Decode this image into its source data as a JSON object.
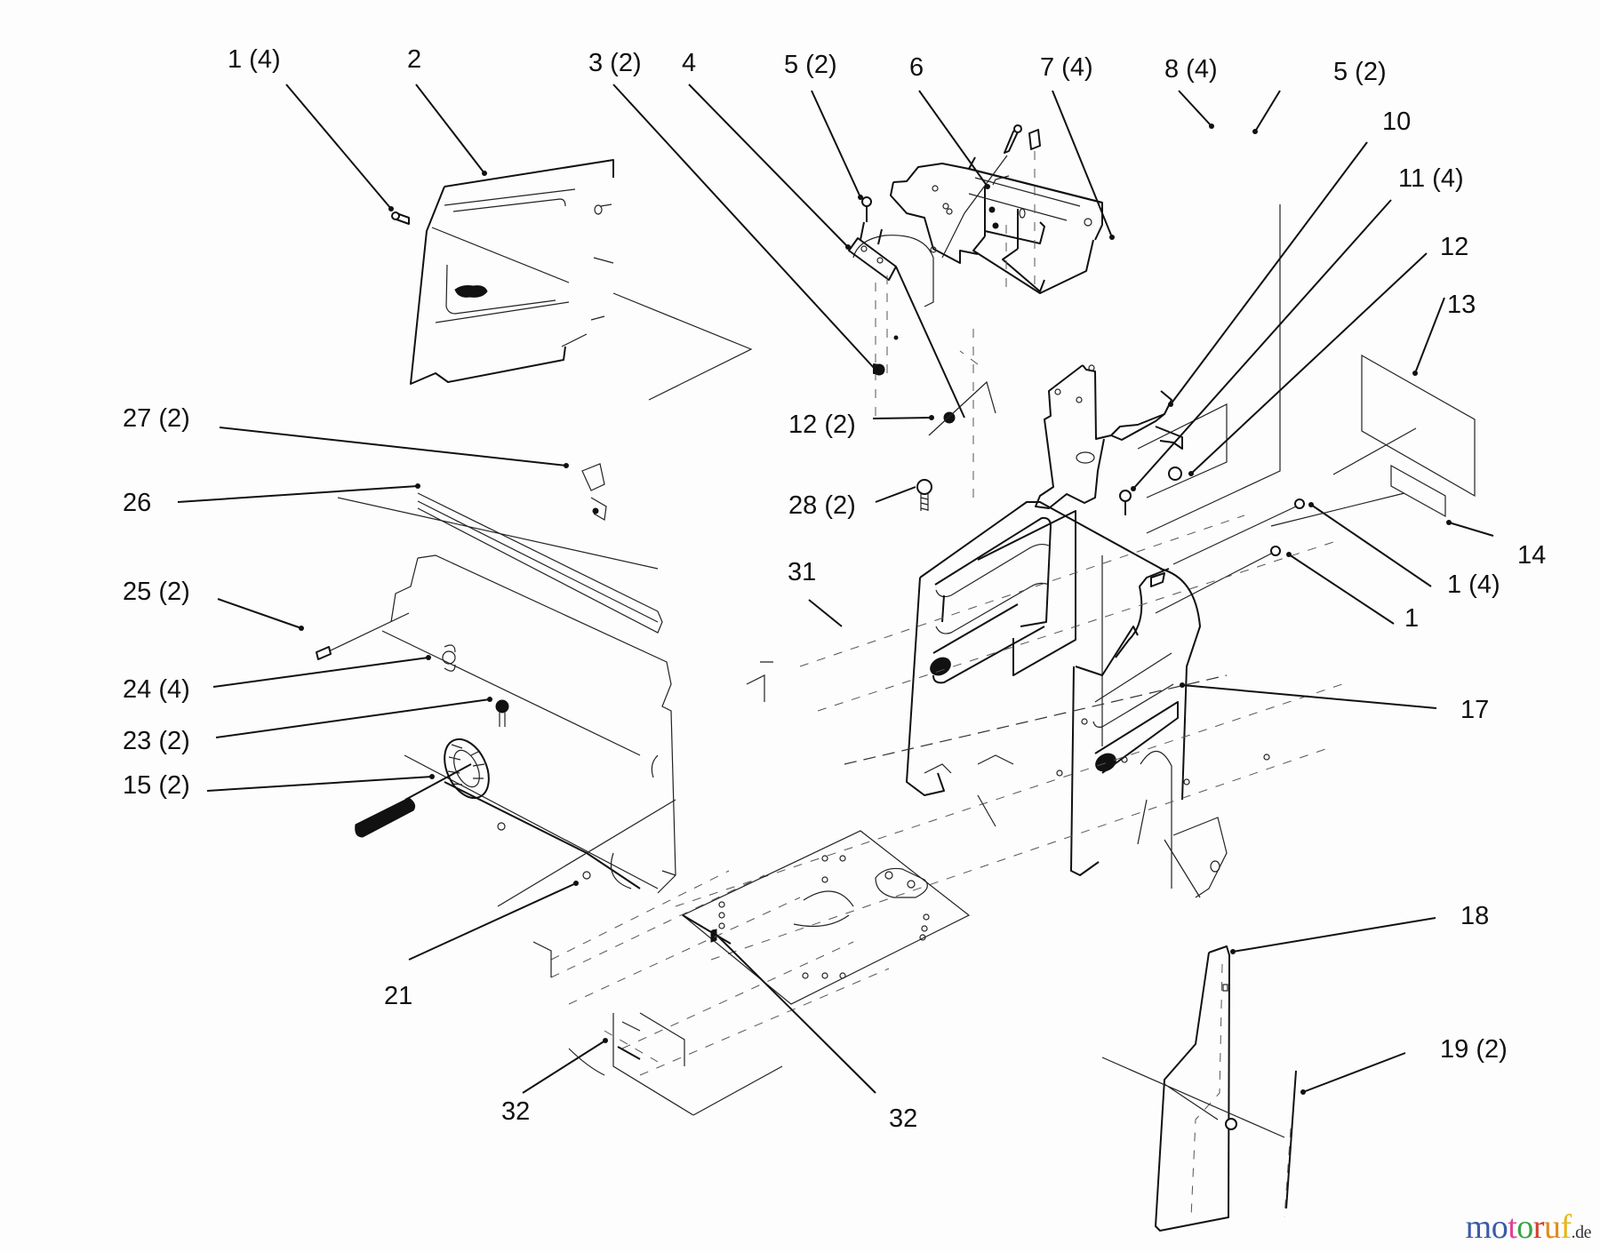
{
  "diagram": {
    "title": "Exploded parts view",
    "callouts": [
      {
        "id": "c-1-4-top",
        "label": "1 (4)"
      },
      {
        "id": "c-2",
        "label": "2"
      },
      {
        "id": "c-3",
        "label": "3 (2)"
      },
      {
        "id": "c-4",
        "label": "4"
      },
      {
        "id": "c-5a",
        "label": "5 (2)"
      },
      {
        "id": "c-6",
        "label": "6"
      },
      {
        "id": "c-7",
        "label": "7 (4)"
      },
      {
        "id": "c-8",
        "label": "8 (4)"
      },
      {
        "id": "c-5b",
        "label": "5 (2)"
      },
      {
        "id": "c-10",
        "label": "10"
      },
      {
        "id": "c-11",
        "label": "11 (4)"
      },
      {
        "id": "c-12",
        "label": "12"
      },
      {
        "id": "c-13",
        "label": "13"
      },
      {
        "id": "c-14",
        "label": "14"
      },
      {
        "id": "c-1-4-right",
        "label": "1 (4)"
      },
      {
        "id": "c-1",
        "label": "1"
      },
      {
        "id": "c-17",
        "label": "17"
      },
      {
        "id": "c-18",
        "label": "18"
      },
      {
        "id": "c-19",
        "label": "19 (2)"
      },
      {
        "id": "c-12-2",
        "label": "12 (2)"
      },
      {
        "id": "c-28",
        "label": "28 (2)"
      },
      {
        "id": "c-31",
        "label": "31"
      },
      {
        "id": "c-27",
        "label": "27 (2)"
      },
      {
        "id": "c-26",
        "label": "26"
      },
      {
        "id": "c-25",
        "label": "25 (2)"
      },
      {
        "id": "c-24",
        "label": "24 (4)"
      },
      {
        "id": "c-23",
        "label": "23 (2)"
      },
      {
        "id": "c-15",
        "label": "15 (2)"
      },
      {
        "id": "c-21",
        "label": "21"
      },
      {
        "id": "c-32a",
        "label": "32"
      },
      {
        "id": "c-32b",
        "label": "32"
      }
    ]
  },
  "watermark": {
    "letters": [
      "m",
      "o",
      "t",
      "o",
      "r",
      "u",
      "f"
    ],
    "colors": [
      "#3b5aa8",
      "#3b5aa8",
      "#e0439a",
      "#3aa345",
      "#d2402b",
      "#e08a1e",
      "#e5b81a"
    ],
    "tld": ".de"
  }
}
